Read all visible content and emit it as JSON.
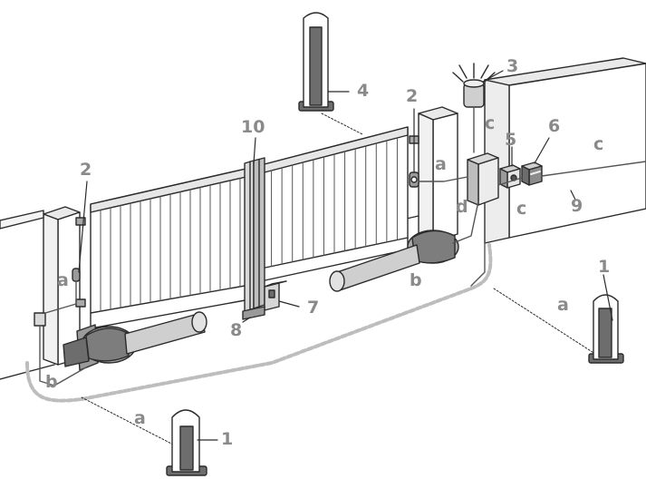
{
  "colors": {
    "outline": "#2b2b2b",
    "label": "#8a8a8a",
    "wall_face": "#ffffff",
    "wall_top": "#e9e9e9",
    "metal_dark": "#6d6d6d",
    "metal_mid": "#a9a9a9",
    "metal_light": "#dedede",
    "cable_dashed": "#bdbdbd"
  },
  "callouts": {
    "photocell_post_left": "1",
    "photocell_post_right": "1",
    "photocell_wall_left": "2",
    "photocell_wall_right": "2",
    "flashing_light": "3",
    "photocell_column_back": "4",
    "key_selector": "5",
    "main_switch": "6",
    "mechanical_stop": "7",
    "stop_block": "8",
    "power_cable": "9",
    "gate_edges": "10"
  },
  "cables": {
    "a_left_upper": "a",
    "a_left_lower": "a",
    "a_right_wall": "a",
    "a_right_ground": "a",
    "b_left": "b",
    "b_right": "b",
    "c_top": "c",
    "c_mid": "c",
    "c_right": "c",
    "d": "d"
  },
  "icons": {
    "photocell_post": "photocell-post-icon",
    "flashing_light": "flashing-light-icon",
    "control_unit": "control-unit-icon",
    "key_selector": "key-selector-icon",
    "main_switch": "switch-icon",
    "gearmotor": "gearmotor-icon"
  }
}
